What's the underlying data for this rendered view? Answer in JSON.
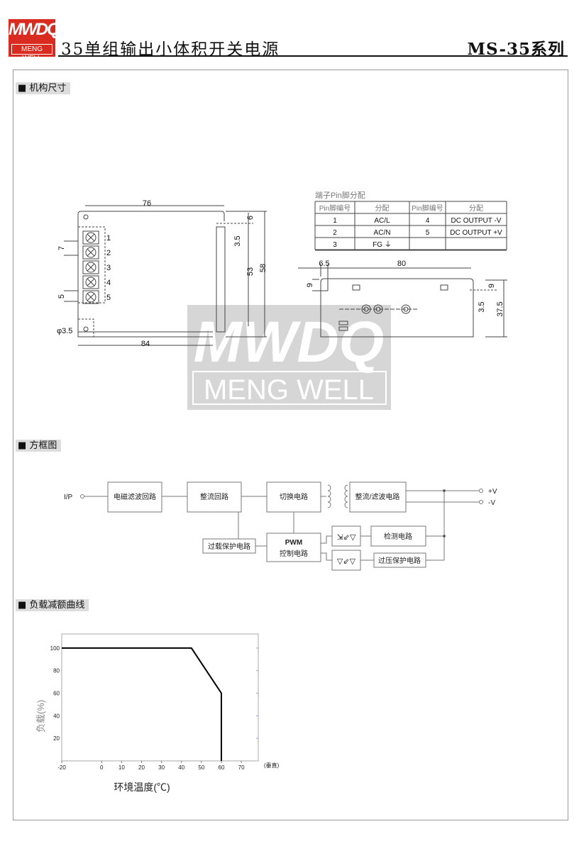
{
  "header": {
    "logo_text": "MWDQ",
    "logo_sub": "MENG WELL",
    "title": "35单组输出小体积开关电源",
    "series": "MS-35系列"
  },
  "sections": {
    "mech": "■ 机构尺寸",
    "block": "■ 方框图",
    "derating": "■ 负载减额曲线"
  },
  "mech": {
    "dims": {
      "w76": "76",
      "w84": "84",
      "h53": "53",
      "h58": "58",
      "d6": "6",
      "d35a": "3.5",
      "d7": "7",
      "d5": "5",
      "hole": "φ3.5",
      "w65": "6.5",
      "w80": "80",
      "d9a": "9",
      "d9b": "9",
      "d35b": "3.5",
      "h375": "37.5"
    },
    "terminals": [
      "1",
      "2",
      "3",
      "4",
      "5"
    ],
    "pin_table": {
      "caption": "端子Pin脚分配",
      "headers": [
        "Pin脚编号",
        "分配",
        "Pin脚编号",
        "分配"
      ],
      "rows": [
        [
          "1",
          "AC/L",
          "4",
          "DC OUTPUT -V"
        ],
        [
          "2",
          "AC/N",
          "5",
          "DC OUTPUT +V"
        ],
        [
          "3",
          "FG ⏚",
          "",
          ""
        ]
      ]
    }
  },
  "watermark": {
    "top": "MWDQ",
    "bottom": "MENG WELL"
  },
  "block_diagram": {
    "input": "I/P",
    "emi": "电磁滤波回路",
    "rect": "整流回路",
    "switch": "切换电路",
    "out_rect": "整流/滤波电路",
    "pwm1": "PWM",
    "pwm2": "控制电路",
    "olp": "过载保护电路",
    "detect": "检测电路",
    "ovp": "过压保护电路",
    "vplus": "+V",
    "vminus": "-V"
  },
  "chart_data": {
    "type": "line",
    "title": "",
    "xlabel": "环境温度(℃)",
    "ylabel": "负载(%)",
    "x_note": "(垂直)",
    "xlim": [
      -20,
      78.5
    ],
    "ylim": [
      0,
      112.5
    ],
    "xticks": [
      -20,
      0,
      10,
      20,
      30,
      40,
      50,
      60,
      70
    ],
    "yticks": [
      20,
      40,
      60,
      80,
      100
    ],
    "series": [
      {
        "name": "derating",
        "x": [
          -20,
          45,
          60,
          60
        ],
        "y": [
          100,
          100,
          60,
          0
        ]
      }
    ]
  }
}
